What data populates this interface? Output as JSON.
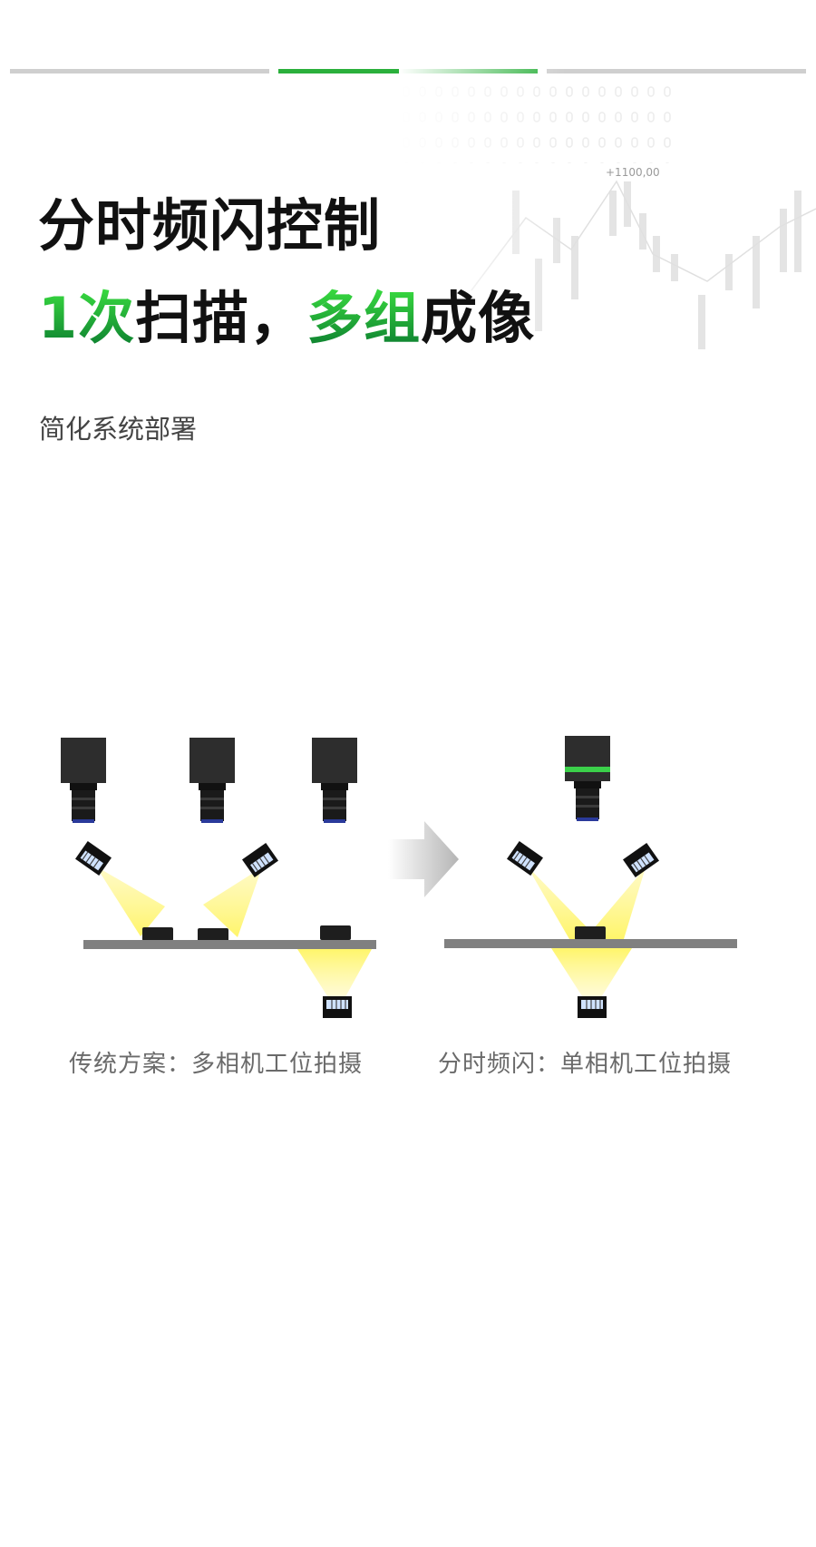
{
  "progress": {
    "steps": 3,
    "active_index": 1
  },
  "background_chart": {
    "label": "+1100,00"
  },
  "header": {
    "title": "分时频闪控制",
    "line2": {
      "part1_green": "1次",
      "part2": "扫描，",
      "part3_green": "多组",
      "part4": "成像"
    },
    "subtitle": "简化系统部署"
  },
  "diagram": {
    "left_caption": "传统方案：多相机工位拍摄",
    "right_caption": "分时频闪：单相机工位拍摄",
    "colors": {
      "accent": "#2bb03c",
      "beam": "#fff56a",
      "conveyor": "#808080",
      "camera": "#2a2a2a"
    }
  }
}
